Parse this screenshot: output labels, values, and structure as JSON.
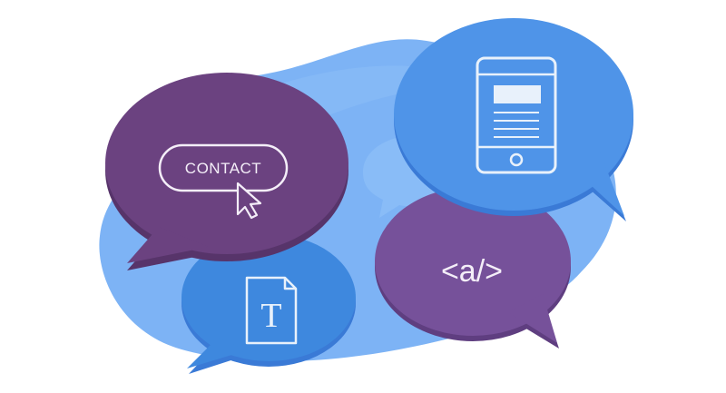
{
  "illustration": {
    "contact_bubble": {
      "button_label": "CONTACT",
      "cursor_icon": "pointer-cursor-icon"
    },
    "phone_bubble": {
      "icon": "mobile-phone-icon"
    },
    "code_bubble": {
      "code_label": "<a/>"
    },
    "document_bubble": {
      "icon": "text-document-icon",
      "letter": "T"
    },
    "colors": {
      "purple_bubble": "#6b4280",
      "purple_bubble_shadow": "#57346a",
      "code_bubble": "#76519a",
      "code_bubble_shadow": "#5f3e80",
      "blue_bubble": "#4f94e8",
      "blue_bubble_shadow": "#3a7ad6",
      "doc_bubble": "#3e88de",
      "background_blob": "#7db3f5"
    }
  }
}
